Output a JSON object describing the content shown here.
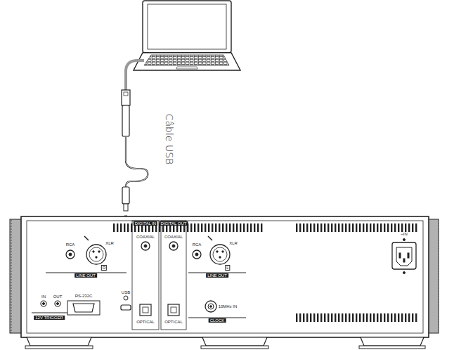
{
  "diagram": {
    "labels": [
      "Câble USB",
      "RCA",
      "XLR",
      "R",
      "LINE OUT",
      "IN",
      "OUT",
      "12V TRIGGER",
      "RS-232C",
      "USB",
      "DIGITAL IN",
      "COAXIAL",
      "OPTICAL",
      "DIGITAL OUT",
      "COAXIAL",
      "OPTICAL",
      "RCA",
      "XLR",
      "L",
      "LINE OUT",
      "10MHz IN",
      "CLOCK",
      "~IN"
    ]
  }
}
